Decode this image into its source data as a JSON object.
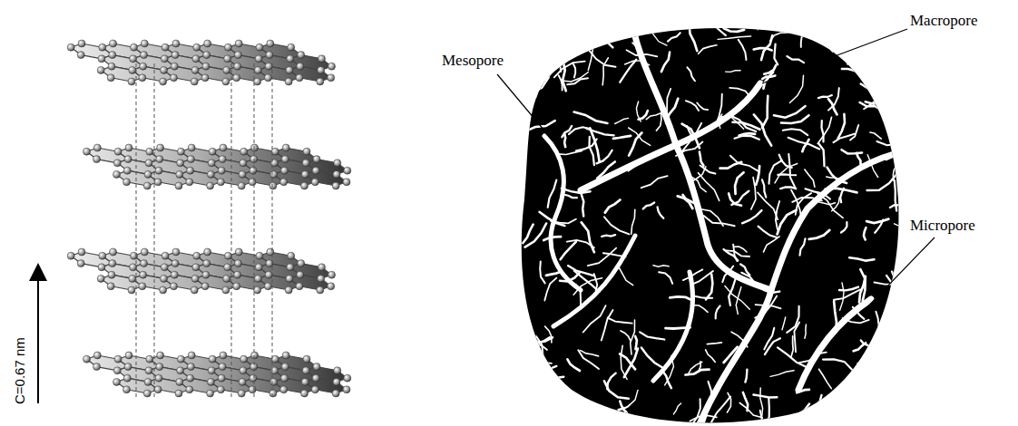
{
  "diagram": {
    "labels": [
      "C=0.67 nm",
      "Mesopore",
      "Macropore",
      "Micropore"
    ]
  }
}
